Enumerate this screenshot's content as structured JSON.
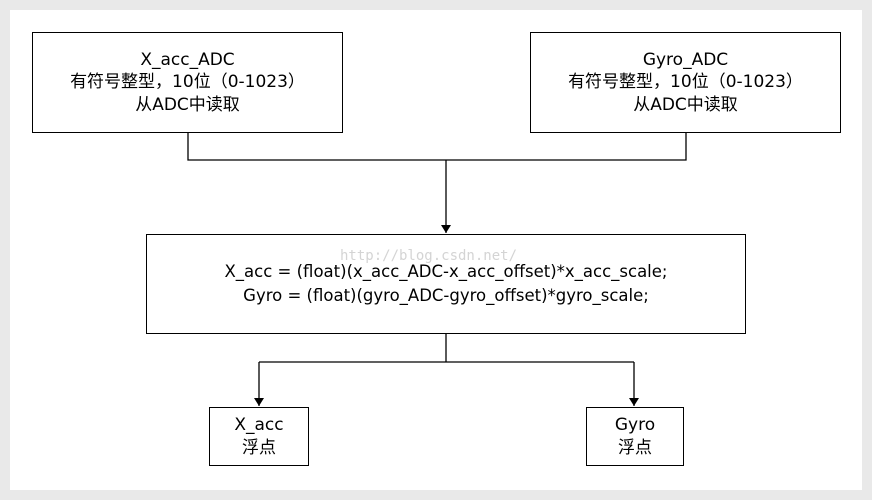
{
  "diagram": {
    "nodes": {
      "x_acc_adc": {
        "title": "X_acc_ADC",
        "type_line": "有符号整型，10位（0-1023）",
        "source_line": "从ADC中读取"
      },
      "gyro_adc": {
        "title": "Gyro_ADC",
        "type_line": "有符号整型，10位（0-1023）",
        "source_line": "从ADC中读取"
      },
      "formula": {
        "line1": "X_acc = (float)(x_acc_ADC-x_acc_offset)*x_acc_scale;",
        "line2": "Gyro = (float)(gyro_ADC-gyro_offset)*gyro_scale;"
      },
      "x_acc_float": {
        "title": "X_acc",
        "subtitle": "浮点"
      },
      "gyro_float": {
        "title": "Gyro",
        "subtitle": "浮点"
      }
    },
    "edges": [
      {
        "from": "x_acc_adc",
        "to": "formula"
      },
      {
        "from": "gyro_adc",
        "to": "formula"
      },
      {
        "from": "formula",
        "to": "x_acc_float"
      },
      {
        "from": "formula",
        "to": "gyro_float"
      }
    ],
    "watermark": "http://blog.csdn.net/",
    "colors": {
      "line": "#000000",
      "frame": "#e9e9e9",
      "watermark": "#d4d4d4"
    }
  }
}
